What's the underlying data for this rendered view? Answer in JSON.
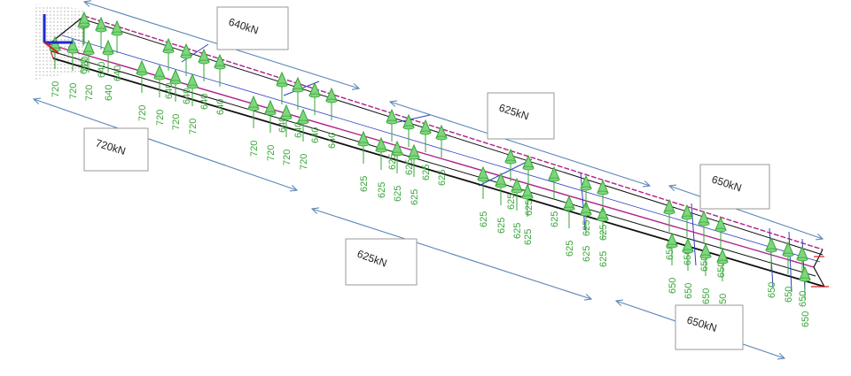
{
  "colors": {
    "load": "#3aa63a",
    "load_fill": "#7ed67e",
    "beam_top": "#b0208a",
    "beam_outline": "#111111",
    "dimension": "#5b86b5",
    "member": "#3040c0",
    "axis_blue": "#1a2ad0",
    "axis_red": "#d42020"
  },
  "callouts": [
    "640kN",
    "720kN",
    "625kN",
    "625kN",
    "650kN",
    "650kN"
  ],
  "load_groups": [
    {
      "value": "720",
      "count": 12
    },
    {
      "value": "640",
      "count": 12
    },
    {
      "value": "625",
      "count": 20
    },
    {
      "value": "650",
      "count": 12
    }
  ]
}
